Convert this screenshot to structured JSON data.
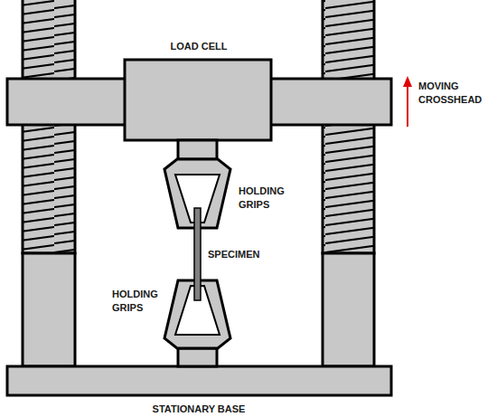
{
  "diagram": {
    "labels": [
      "LOAD CELL",
      "MOVING CROSSHEAD",
      "HOLDING GRIPS",
      "SPECIMEN",
      "HOLDING GRIPS",
      "STATIONARY BASE"
    ]
  }
}
